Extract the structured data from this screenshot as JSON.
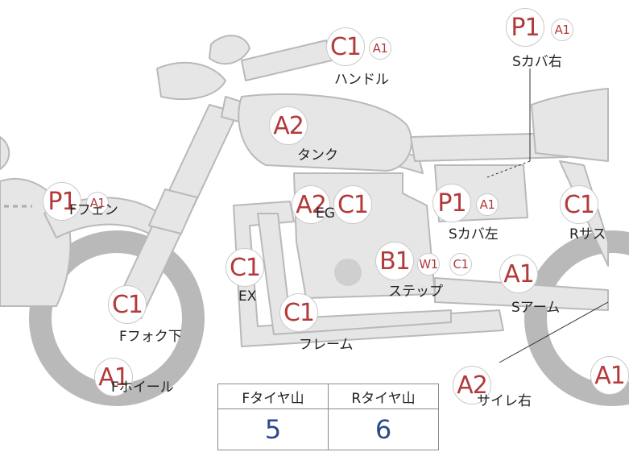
{
  "markers": [
    {
      "name": "handle",
      "label": "ハンドル",
      "badges": [
        {
          "code": "C1",
          "size": "big"
        },
        {
          "code": "A1",
          "size": "small"
        }
      ]
    },
    {
      "name": "s-cover-right",
      "label": "Sカバ右",
      "badges": [
        {
          "code": "P1",
          "size": "big"
        },
        {
          "code": "A1",
          "size": "small"
        }
      ]
    },
    {
      "name": "tank",
      "label": "タンク",
      "badges": [
        {
          "code": "A2",
          "size": "big"
        }
      ]
    },
    {
      "name": "f-fender",
      "label": "Fフェン",
      "badges": [
        {
          "code": "P1",
          "size": "big"
        },
        {
          "code": "A1",
          "size": "small"
        }
      ]
    },
    {
      "name": "engine",
      "label": "EG",
      "badges": [
        {
          "code": "A2",
          "size": "big"
        },
        {
          "code": "C1",
          "size": "big"
        }
      ]
    },
    {
      "name": "s-cover-left",
      "label": "Sカバ左",
      "badges": [
        {
          "code": "P1",
          "size": "big"
        },
        {
          "code": "A1",
          "size": "small"
        }
      ]
    },
    {
      "name": "r-suspension",
      "label": "Rサス",
      "badges": [
        {
          "code": "C1",
          "size": "big"
        }
      ]
    },
    {
      "name": "exhaust",
      "label": "EX",
      "badges": [
        {
          "code": "C1",
          "size": "big"
        }
      ]
    },
    {
      "name": "step",
      "label": "ステップ",
      "badges": [
        {
          "code": "B1",
          "size": "big"
        },
        {
          "code": "W1",
          "size": "small"
        },
        {
          "code": "C1",
          "size": "small"
        }
      ]
    },
    {
      "name": "s-arm",
      "label": "Sアーム",
      "badges": [
        {
          "code": "A1",
          "size": "big"
        }
      ]
    },
    {
      "name": "f-fork-lower",
      "label": "Fフォク下",
      "badges": [
        {
          "code": "C1",
          "size": "big"
        }
      ]
    },
    {
      "name": "frame",
      "label": "フレーム",
      "badges": [
        {
          "code": "C1",
          "size": "big"
        }
      ]
    },
    {
      "name": "f-wheel",
      "label": "Fホイール",
      "badges": [
        {
          "code": "A1",
          "size": "big"
        }
      ]
    },
    {
      "name": "silencer-right",
      "label": "サイレ右",
      "badges": [
        {
          "code": "A2",
          "size": "big"
        }
      ]
    },
    {
      "name": "r-wheel",
      "label": "",
      "badges": [
        {
          "code": "A1",
          "size": "big"
        }
      ]
    }
  ],
  "tire_table": {
    "front_header": "Fタイヤ山",
    "rear_header": "Rタイヤ山",
    "front_value": "5",
    "rear_value": "6"
  },
  "colors": {
    "badge_text": "#b23a3a",
    "bike_fill": "#e7e7e7",
    "bike_stroke": "#b8b8b8",
    "table_value": "#2a4a8c"
  }
}
